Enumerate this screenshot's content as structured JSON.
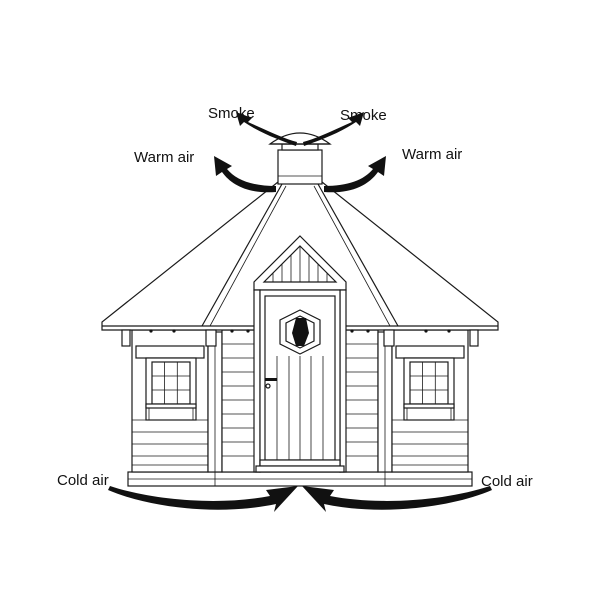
{
  "labels": {
    "smoke_left": "Smoke",
    "smoke_right": "Smoke",
    "warm_air_left": "Warm air",
    "warm_air_right": "Warm air",
    "cold_air_left": "Cold air",
    "cold_air_right": "Cold air"
  },
  "colors": {
    "line": "#1a1a1a",
    "arrow": "#111111",
    "background": "#ffffff"
  }
}
